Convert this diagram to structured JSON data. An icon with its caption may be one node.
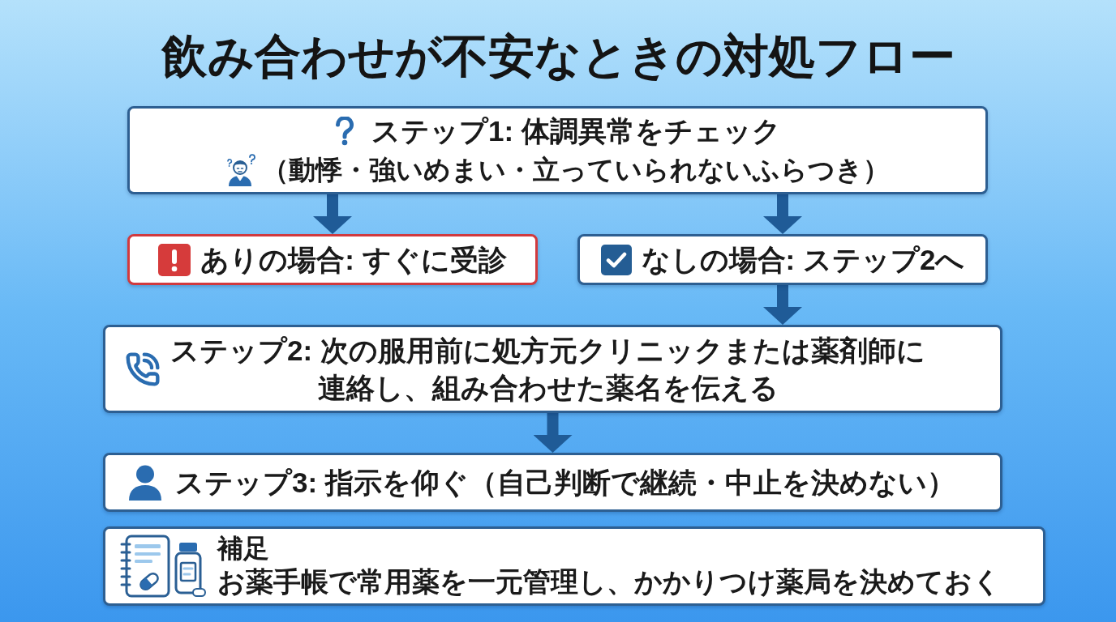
{
  "diagram": {
    "title": "飲み合わせが不安なときの対処フロー",
    "nodes": [
      {
        "text": [
          "ステップ1: 体調異常をチェック",
          "（動悸・強いめまい・立っていられないふらつき）"
        ]
      },
      {
        "text": [
          "ありの場合: すぐに受診"
        ]
      },
      {
        "text": [
          "なしの場合: ステップ2へ"
        ]
      },
      {
        "text": [
          "ステップ2: 次の服用前に処方元クリニックまたは薬剤師に連絡し、組み合わせた薬名を伝える"
        ]
      },
      {
        "text": [
          "ステップ3: 指示を仰ぐ（自己判断で継続・中止を決めない）"
        ]
      },
      {
        "text": [
          "補足",
          "お薬手帳で常用薬を一元管理し、かかりつけ薬局を決めておく"
        ]
      }
    ],
    "edges": [
      {
        "from": 0,
        "to": 1,
        "arrow": "to"
      },
      {
        "from": 0,
        "to": 2,
        "arrow": "to"
      },
      {
        "from": 2,
        "to": 3,
        "arrow": "to"
      },
      {
        "from": 3,
        "to": 4,
        "arrow": "to"
      }
    ]
  }
}
